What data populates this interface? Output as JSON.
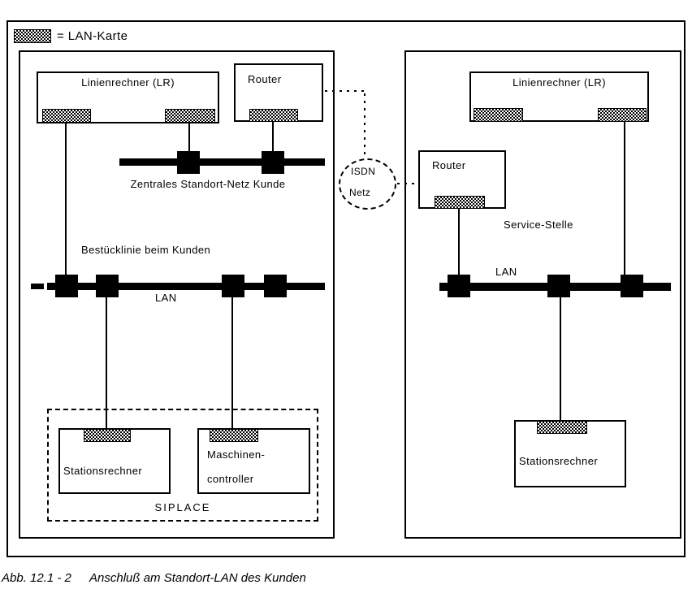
{
  "legend": {
    "label": "= LAN-Karte"
  },
  "left_site": {
    "linienrechner_label": "Linienrechner (LR)",
    "router_label": "Router",
    "central_net_label": "Zentrales Standort-Netz Kunde",
    "bestueck_label": "Bestücklinie beim Kunden",
    "lan_label": "LAN",
    "stationsrechner_label": "Stationsrechner",
    "maschinen_line1": "Maschinen-",
    "maschinen_line2": "controller",
    "siplace_label": "SIPLACE"
  },
  "wan": {
    "isdn_line1": "ISDN",
    "isdn_line2": "Netz"
  },
  "right_site": {
    "linienrechner_label": "Linienrechner (LR)",
    "router_label": "Router",
    "service_label": "Service-Stelle",
    "lan_label": "LAN",
    "stationsrechner_label": "Stationsrechner"
  },
  "caption": {
    "figure_ref": "Abb. 12.1 - 2",
    "title": "Anschluß am Standort-LAN des Kunden"
  },
  "colors": {
    "line": "#000000",
    "background": "#ffffff"
  }
}
